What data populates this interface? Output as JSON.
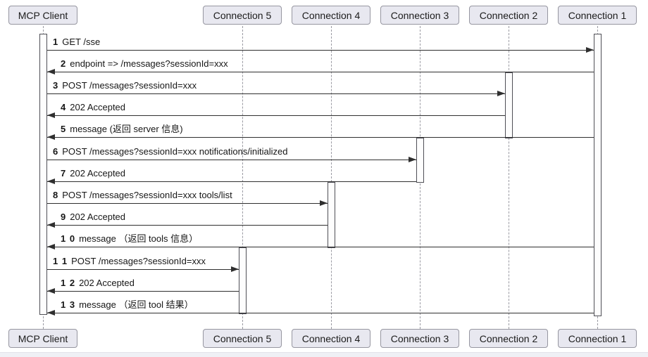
{
  "diagram": {
    "kind": "sequence-diagram",
    "participants": [
      {
        "name": "MCP Client"
      },
      {
        "name": "Connection 5"
      },
      {
        "name": "Connection 4"
      },
      {
        "name": "Connection 3"
      },
      {
        "name": "Connection 2"
      },
      {
        "name": "Connection 1"
      }
    ],
    "messages": [
      {
        "num": "1",
        "text": "GET /sse",
        "from": "MCP Client",
        "to": "Connection 1"
      },
      {
        "num": "2",
        "text": "endpoint => /messages?sessionId=xxx",
        "from": "Connection 1",
        "to": "MCP Client"
      },
      {
        "num": "3",
        "text": "POST /messages?sessionId=xxx",
        "from": "MCP Client",
        "to": "Connection 2"
      },
      {
        "num": "4",
        "text": "202 Accepted",
        "from": "Connection 2",
        "to": "MCP Client"
      },
      {
        "num": "5",
        "text": "message (返回 server 信息)",
        "from": "Connection 1",
        "to": "MCP Client"
      },
      {
        "num": "6",
        "text": "POST /messages?sessionId=xxx notifications/initialized",
        "from": "MCP Client",
        "to": "Connection 3"
      },
      {
        "num": "7",
        "text": "202 Accepted",
        "from": "Connection 3",
        "to": "MCP Client"
      },
      {
        "num": "8",
        "text": "POST /messages?sessionId=xxx tools/list",
        "from": "MCP Client",
        "to": "Connection 4"
      },
      {
        "num": "9",
        "text": "202 Accepted",
        "from": "Connection 4",
        "to": "MCP Client"
      },
      {
        "num": "1 0",
        "text": "message （返回 tools 信息）",
        "from": "Connection 1",
        "to": "MCP Client"
      },
      {
        "num": "1 1",
        "text": "POST /messages?sessionId=xxx",
        "from": "MCP Client",
        "to": "Connection 5"
      },
      {
        "num": "1 2",
        "text": "202 Accepted",
        "from": "Connection 5",
        "to": "MCP Client"
      },
      {
        "num": "1 3",
        "text": "message （返回 tool 结果）",
        "from": "Connection 1",
        "to": "MCP Client"
      }
    ],
    "activations": [
      {
        "participant": "MCP Client",
        "start": "top",
        "end": "bottom"
      },
      {
        "participant": "Connection 1",
        "start": "top",
        "end": "bottom"
      },
      {
        "participant": "Connection 2",
        "start_msg": "2",
        "end_msg": "5"
      },
      {
        "participant": "Connection 3",
        "start_msg": "5",
        "end_msg": "7"
      },
      {
        "participant": "Connection 4",
        "start_msg": "7",
        "end_msg": "1 0"
      },
      {
        "participant": "Connection 5",
        "start_msg": "1 0",
        "end_msg": "1 3"
      }
    ],
    "colors": {
      "participant_fill": "#e8e8f0",
      "participant_border": "#9696a0",
      "message_line": "#2f2f2f",
      "lifeline": "#9a9aa2",
      "activation_fill": "#fdfdfd",
      "activation_border": "#4f4f56",
      "text": "#161616",
      "background": "#ffffff"
    }
  }
}
